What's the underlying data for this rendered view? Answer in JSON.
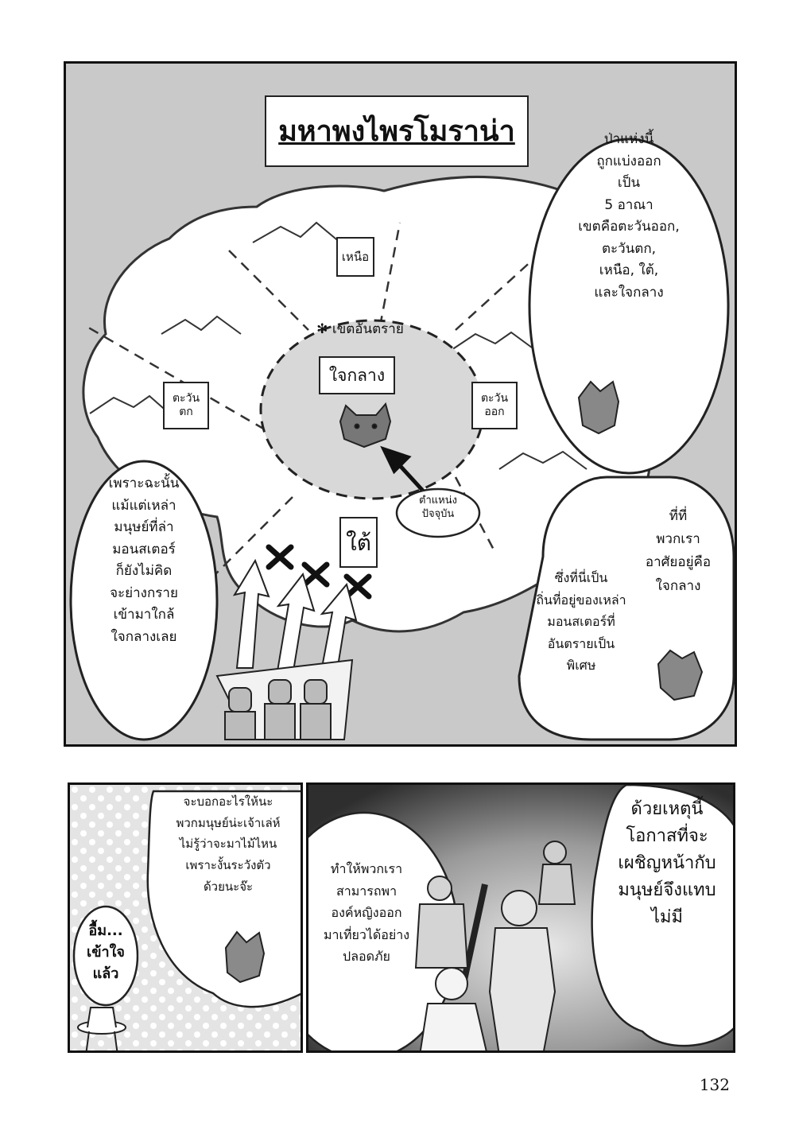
{
  "map_panel": {
    "title": "มหาพงไพรโมราน่า",
    "regions": {
      "north": "เหนือ",
      "center": "ใจกลาง",
      "west": "ตะวัน\nตก",
      "east": "ตะวัน\nออก",
      "south": "ใต้"
    },
    "danger_label": "เขตอันตราย",
    "current_position": "ตำแหน่ง\nปัจจุบัน",
    "bubble_top_right": "ป่าแห่งนี้\nถูกแบ่งออก\nเป็น\n5 อาณา\nเขตคือตะวันออก,\nตะวันตก,\nเหนือ, ใต้,\nและใจกลาง",
    "bubble_left": "เพราะฉะนั้น\nแม้แต่เหล่า\nมนุษย์ที่ล่า\nมอนสเตอร์\nก็ยังไม่คิด\nจะย่างกราย\nเข้ามาใกล้\nใจกลางเลย",
    "bubble_right_a": "ที่ที่\nพวกเรา\nอาศัยอยู่คือ\nใจกลาง",
    "bubble_right_b": "ซึ่งที่นี่เป็น\nถิ่นที่อยู่ของเหล่า\nมอนสเตอร์ที่\nอันตรายเป็น\nพิเศษ"
  },
  "bottom_left_panel": {
    "bubble_wolf": "จะบอกอะไรให้นะ\nพวกมนุษย์น่ะเจ้าเล่ห์\nไม่รู้ว่าจะมาไม้ไหน\nเพราะงั้นระวังตัว\nด้วยนะจ๊ะ",
    "bubble_girl": "อื้ม...\nเข้าใจ\nแล้ว"
  },
  "bottom_right_panel": {
    "bubble_center": "ทำให้พวกเรา\nสามารถพา\nองค์หญิงออก\nมาเที่ยวได้อย่าง\nปลอดภัย",
    "bubble_right": "ด้วยเหตุนี้\nโอกาสที่จะ\nเผชิญหน้ากับ\nมนุษย์จึงแทบ\nไม่มี"
  },
  "page_number": "132",
  "colors": {
    "ink": "#111111",
    "screentone": "#c9c9c9",
    "paper": "#ffffff"
  }
}
